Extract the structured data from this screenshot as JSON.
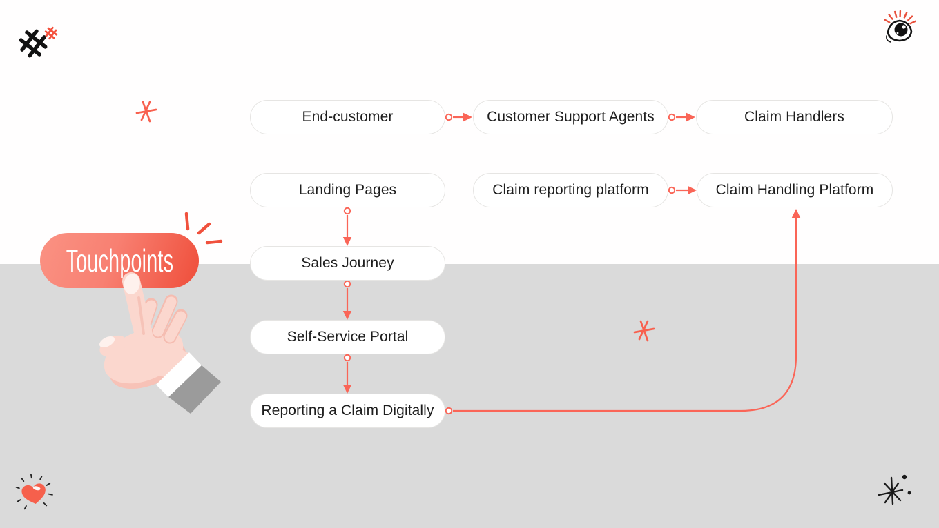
{
  "page": {
    "background_top_color": "#FFFEFE",
    "background_bottom_color": "#DADADA",
    "accent_color": "#FA6557"
  },
  "legend": {
    "label": "Touchpoints",
    "pill_gradient": [
      "#FA9283",
      "#EF4E3A"
    ],
    "text_color": "#FFFFFF"
  },
  "diagram": {
    "nodes": [
      {
        "label": "End-customer"
      },
      {
        "label": "Customer Support Agents"
      },
      {
        "label": "Claim Handlers"
      },
      {
        "label": "Landing Pages"
      },
      {
        "label": "Claim reporting platform"
      },
      {
        "label": "Claim Handling Platform"
      },
      {
        "label": "Sales Journey"
      },
      {
        "label": "Self-Service Portal"
      },
      {
        "label": "Reporting a Claim Digitally"
      }
    ],
    "edges": [
      {
        "from": "End-customer",
        "to": "Customer Support Agents"
      },
      {
        "from": "Customer Support Agents",
        "to": "Claim Handlers"
      },
      {
        "from": "Claim reporting platform",
        "to": "Claim Handling Platform"
      },
      {
        "from": "Landing Pages",
        "to": "Sales Journey"
      },
      {
        "from": "Sales Journey",
        "to": "Self-Service Portal"
      },
      {
        "from": "Self-Service Portal",
        "to": "Reporting a Claim Digitally"
      },
      {
        "from": "Reporting a Claim Digitally",
        "to": "Claim Handling Platform"
      }
    ],
    "node_style": {
      "fill": "#FFFFFF",
      "border": "#E6E5E3",
      "text": "#1E1E1E"
    },
    "connector_color": "#FA6557"
  },
  "decorations": [
    {
      "name": "black-hash-doodle",
      "color": "#111111"
    },
    {
      "name": "red-hash-doodle",
      "color": "#F4513D"
    },
    {
      "name": "eye-doodle",
      "colors": [
        "#151515",
        "#E8503C"
      ]
    },
    {
      "name": "red-asterisk-top",
      "color": "#F8604E"
    },
    {
      "name": "red-asterisk-middle",
      "color": "#F8604E"
    },
    {
      "name": "heart-doodle",
      "color": "#F6604C"
    },
    {
      "name": "star-doodle",
      "color": "#1A1A1A"
    },
    {
      "name": "pointer-hand-illustration",
      "colors": [
        "#FBD7CE",
        "#FEF1ED",
        "#9B9B9B"
      ]
    },
    {
      "name": "click-sparks",
      "color": "#F0513D"
    }
  ]
}
